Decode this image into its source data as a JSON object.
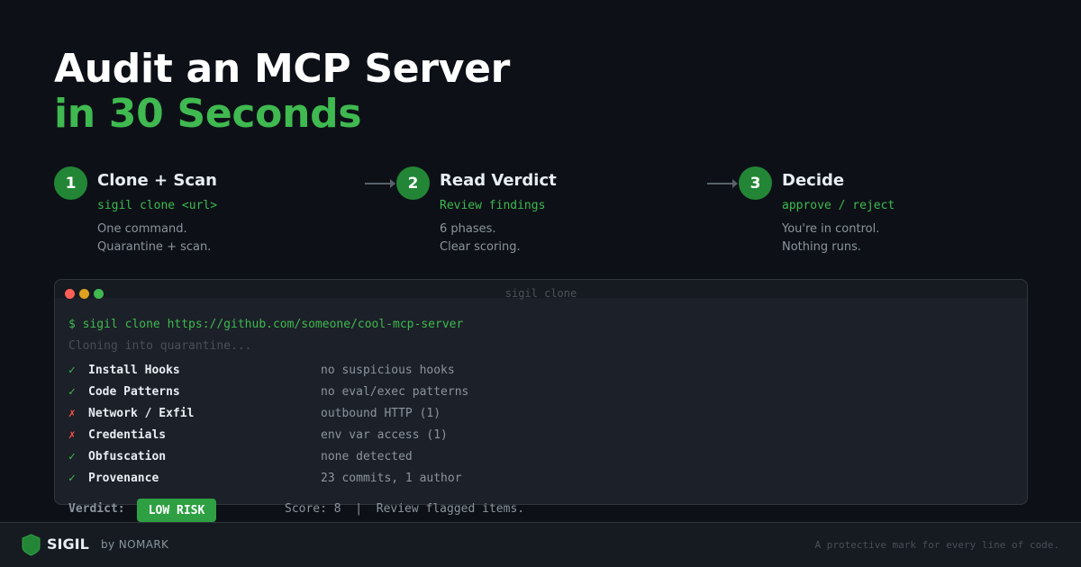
{
  "hero": {
    "line1": "Audit an MCP Server",
    "line2": "in 30 Seconds"
  },
  "steps": [
    {
      "number": "1",
      "title": "Clone + Scan",
      "command": "sigil clone <url>",
      "desc1": "One command.",
      "desc2": "Quarantine + scan."
    },
    {
      "number": "2",
      "title": "Read Verdict",
      "command": "Review findings",
      "desc1": "6 phases.",
      "desc2": "Clear scoring."
    },
    {
      "number": "3",
      "title": "Decide",
      "command": "approve / reject",
      "desc1": "You're in control.",
      "desc2": "Nothing runs."
    }
  ],
  "terminal": {
    "title": "sigil clone",
    "prompt": "$ sigil clone https://github.com/someone/cool-mcp-server",
    "status": "Cloning into quarantine...",
    "checks": [
      {
        "mark": "✓",
        "state": "ok",
        "name": "Install Hooks",
        "detail": "no suspicious hooks"
      },
      {
        "mark": "✓",
        "state": "ok",
        "name": "Code Patterns",
        "detail": "no eval/exec patterns"
      },
      {
        "mark": "✗",
        "state": "bad",
        "name": "Network / Exfil",
        "detail": "outbound HTTP (1)"
      },
      {
        "mark": "✗",
        "state": "bad",
        "name": "Credentials",
        "detail": "env var access (1)"
      },
      {
        "mark": "✓",
        "state": "ok",
        "name": "Obfuscation",
        "detail": "none detected"
      },
      {
        "mark": "✓",
        "state": "ok",
        "name": "Provenance",
        "detail": "23 commits, 1 author"
      }
    ],
    "verdict_label": "Verdict:",
    "verdict_badge": "LOW RISK",
    "score_text": "Score: 8  |  Review flagged items."
  },
  "footer": {
    "brand": "SIGIL",
    "by": "by NOMARK",
    "tagline": "A protective mark for every line of code."
  },
  "colors": {
    "background": "#0d1117",
    "accent_green": "#3fb950",
    "step_circle": "#238636",
    "badge": "#2ea043",
    "fail_red": "#f85149"
  }
}
